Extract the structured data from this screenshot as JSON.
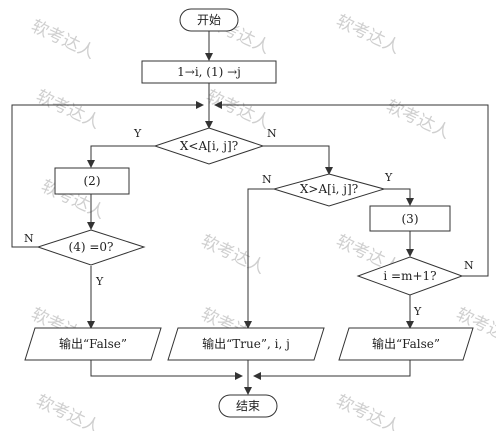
{
  "flowchart": {
    "start": "开始",
    "init": "1→i,  (1)  →j",
    "cond1": "X<A[i, j]?",
    "step2": "(2)",
    "cond4": "(4)   =0?",
    "cond2": "X>A[i, j]?",
    "step3": "(3)",
    "cond3": "i =m+1?",
    "out_false_left": "输出“False”",
    "out_true": "输出“True”, i, j",
    "out_false_right": "输出“False”",
    "end": "结束"
  },
  "flags": {
    "c1_yes": "Y",
    "c1_no": "N",
    "c4_no": "N",
    "c4_yes": "Y",
    "c2_no": "N",
    "c2_yes": "Y",
    "c3_no": "N",
    "c3_yes": "Y"
  },
  "watermark": "软考达人",
  "colors": {
    "line": "#333333",
    "text": "#222222",
    "watermark": "#cfcfcf"
  }
}
